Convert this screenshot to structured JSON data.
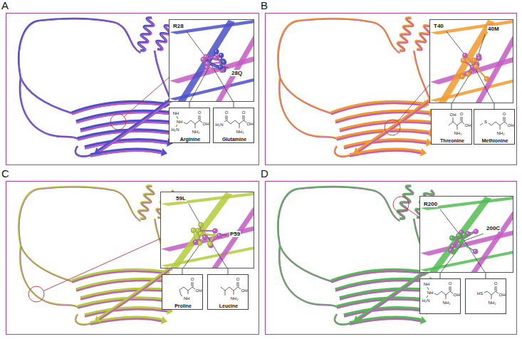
{
  "diagram": {
    "nodes": [
      {
        "text": [
          "A"
        ]
      },
      {
        "text": [
          "R28",
          "28Q"
        ],
        "in": 0
      },
      {
        "text": [
          "NH",
          "NH",
          "H₂N",
          "O",
          "OH",
          "NH₂",
          "Arginine"
        ],
        "in": 0
      },
      {
        "text": [
          "O",
          "H₂N",
          "O",
          "OH",
          "NH₂",
          "Glutamine"
        ],
        "in": 0
      },
      {
        "text": [
          "B"
        ]
      },
      {
        "text": [
          "T40",
          "40M"
        ],
        "in": 4
      },
      {
        "text": [
          "OH",
          "O",
          "OH",
          "NH₂",
          "Threonine"
        ],
        "in": 4
      },
      {
        "text": [
          "S",
          "O",
          "OH",
          "NH₂",
          "Methionine"
        ],
        "in": 4
      },
      {
        "text": [
          "C"
        ]
      },
      {
        "text": [
          "59L",
          "P59"
        ],
        "in": 8
      },
      {
        "text": [
          "O",
          "OH",
          "NH",
          "Proline"
        ],
        "in": 8
      },
      {
        "text": [
          "O",
          "OH",
          "NH₂",
          "Leucine"
        ],
        "in": 8
      },
      {
        "text": [
          "D"
        ]
      },
      {
        "text": [
          "R200",
          "200C"
        ],
        "in": 12
      },
      {
        "text": [
          "NH",
          "NH",
          "H₂N",
          "O",
          "OH",
          "NH₂"
        ],
        "in": 12
      },
      {
        "text": [
          "HS",
          "O",
          "OH",
          "NH₂"
        ],
        "in": 12
      }
    ],
    "edges": [
      {
        "from": 1,
        "to": 2,
        "arrow": "none"
      },
      {
        "from": 1,
        "to": 3,
        "arrow": "none"
      },
      {
        "from": 5,
        "to": 6,
        "arrow": "none"
      },
      {
        "from": 5,
        "to": 7,
        "arrow": "none"
      },
      {
        "from": 9,
        "to": 10,
        "arrow": "none"
      },
      {
        "from": 9,
        "to": 11,
        "arrow": "none"
      },
      {
        "from": 13,
        "to": 14,
        "arrow": "none"
      },
      {
        "from": 13,
        "to": 15,
        "arrow": "none"
      }
    ]
  }
}
